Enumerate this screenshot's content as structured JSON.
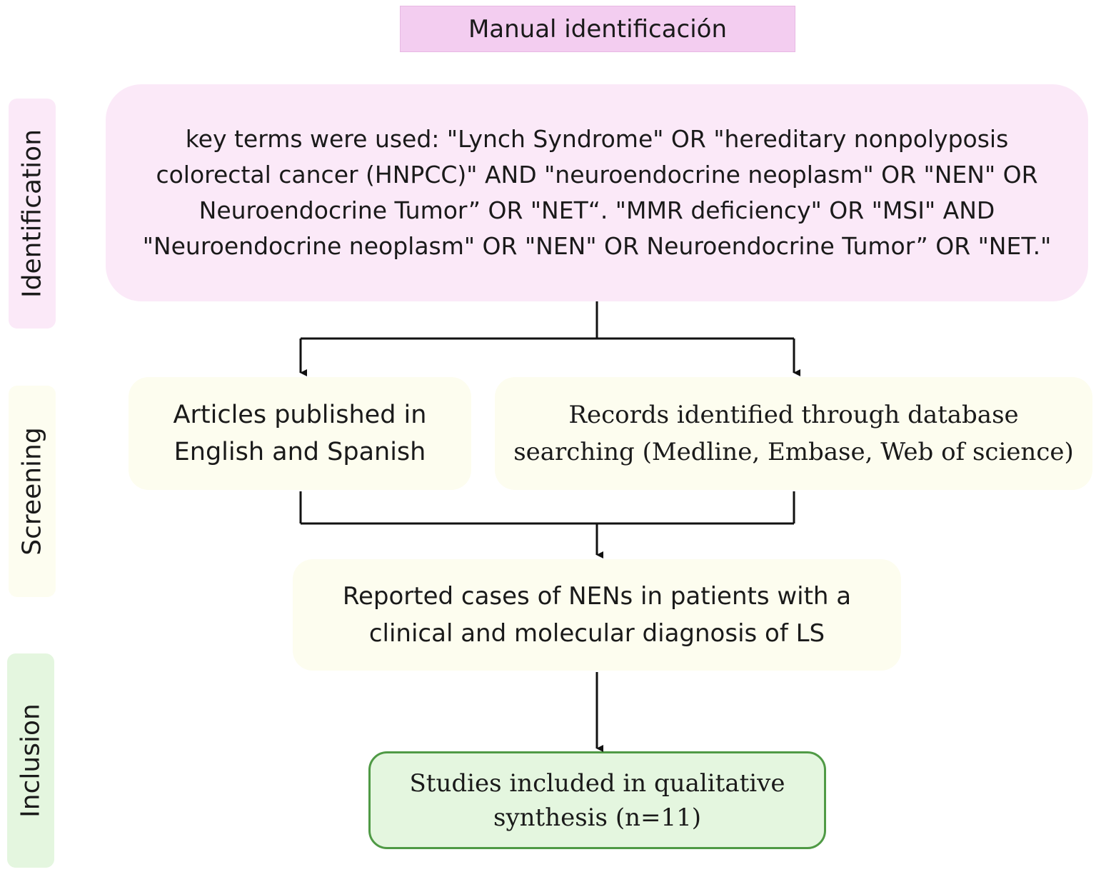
{
  "header": {
    "title": "Manual identificación"
  },
  "stages": {
    "identification": "Identification",
    "screening": "Screening",
    "inclusion": "Inclusion"
  },
  "nodes": {
    "keyterms": "key terms were used: \"Lynch Syndrome\" OR \"hereditary nonpolyposis colorectal cancer (HNPCC)\" AND \"neuroendocrine neoplasm\" OR \"NEN\" OR Neuroendocrine Tumor” OR \"NET“. \"MMR deficiency\" OR \"MSI\" AND \"Neuroendocrine neoplasm\" OR \"NEN\" OR Neuroendocrine Tumor” OR \"NET.\"",
    "articles": "Articles published in English and Spanish",
    "records": "Records identified through database searching (Medline, Embase, Web of science)",
    "reported": "Reported cases of NENs in patients with a clinical and molecular diagnosis of LS",
    "studies": "Studies included in qualitative synthesis (n=11)"
  },
  "colors": {
    "header_fill": "#f3cdf0",
    "identification_fill": "#fbe9f8",
    "screening_fill": "#fdfdef",
    "inclusion_fill": "#e4f6df",
    "inclusion_border": "#4f9a45",
    "connector": "#111111"
  }
}
